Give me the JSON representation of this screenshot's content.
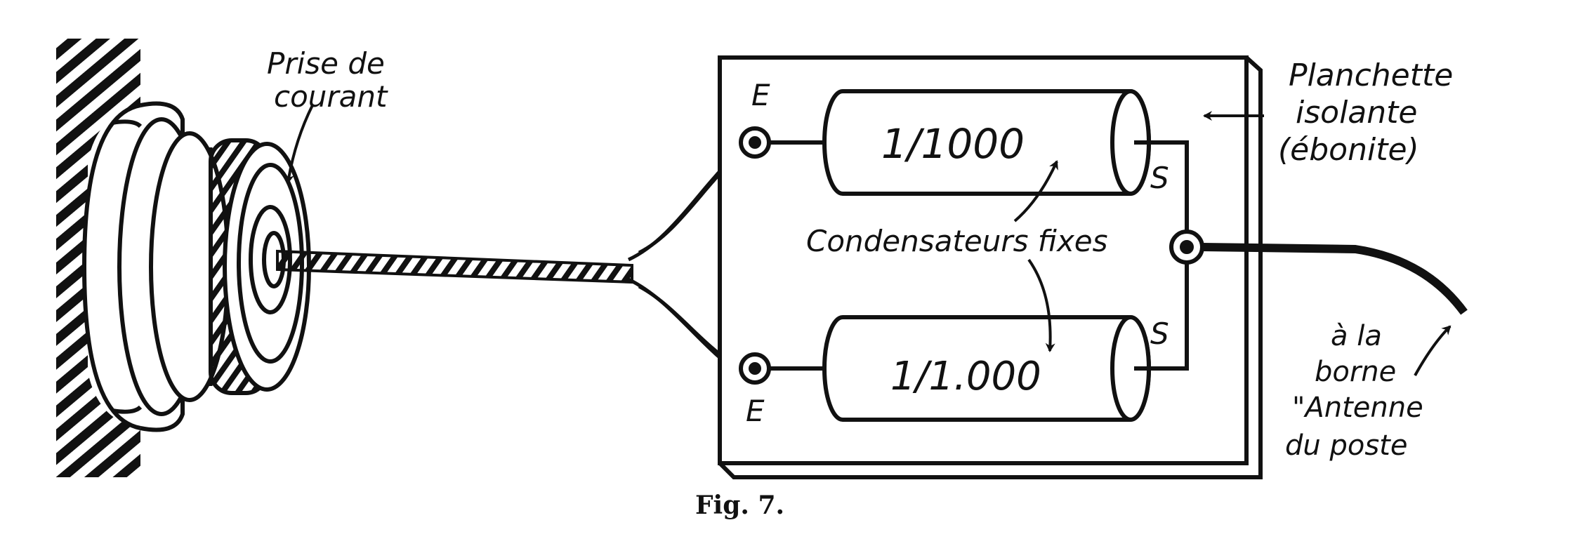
{
  "diagram": {
    "labels": {
      "socket": "Prise de courant",
      "socket_line1": "Prise de",
      "socket_line2": "courant",
      "board_line1": "Planchette",
      "board_line2": "isolante",
      "board_line3": "(ébonite)",
      "capacitors": "Condensateurs fixes",
      "cap_top_value": "1/1000",
      "cap_bottom_value": "1/1.000",
      "terminal_in_top": "E",
      "terminal_in_bottom": "E",
      "terminal_out_top": "S",
      "terminal_out_bottom": "S",
      "antenna_line1": "à la",
      "antenna_line2": "borne",
      "antenna_line3": "\"Antenne",
      "antenna_line4": "du poste"
    },
    "caption": "Fig. 7.",
    "ink_color": "#111111",
    "paper_color": "#ffffff"
  }
}
